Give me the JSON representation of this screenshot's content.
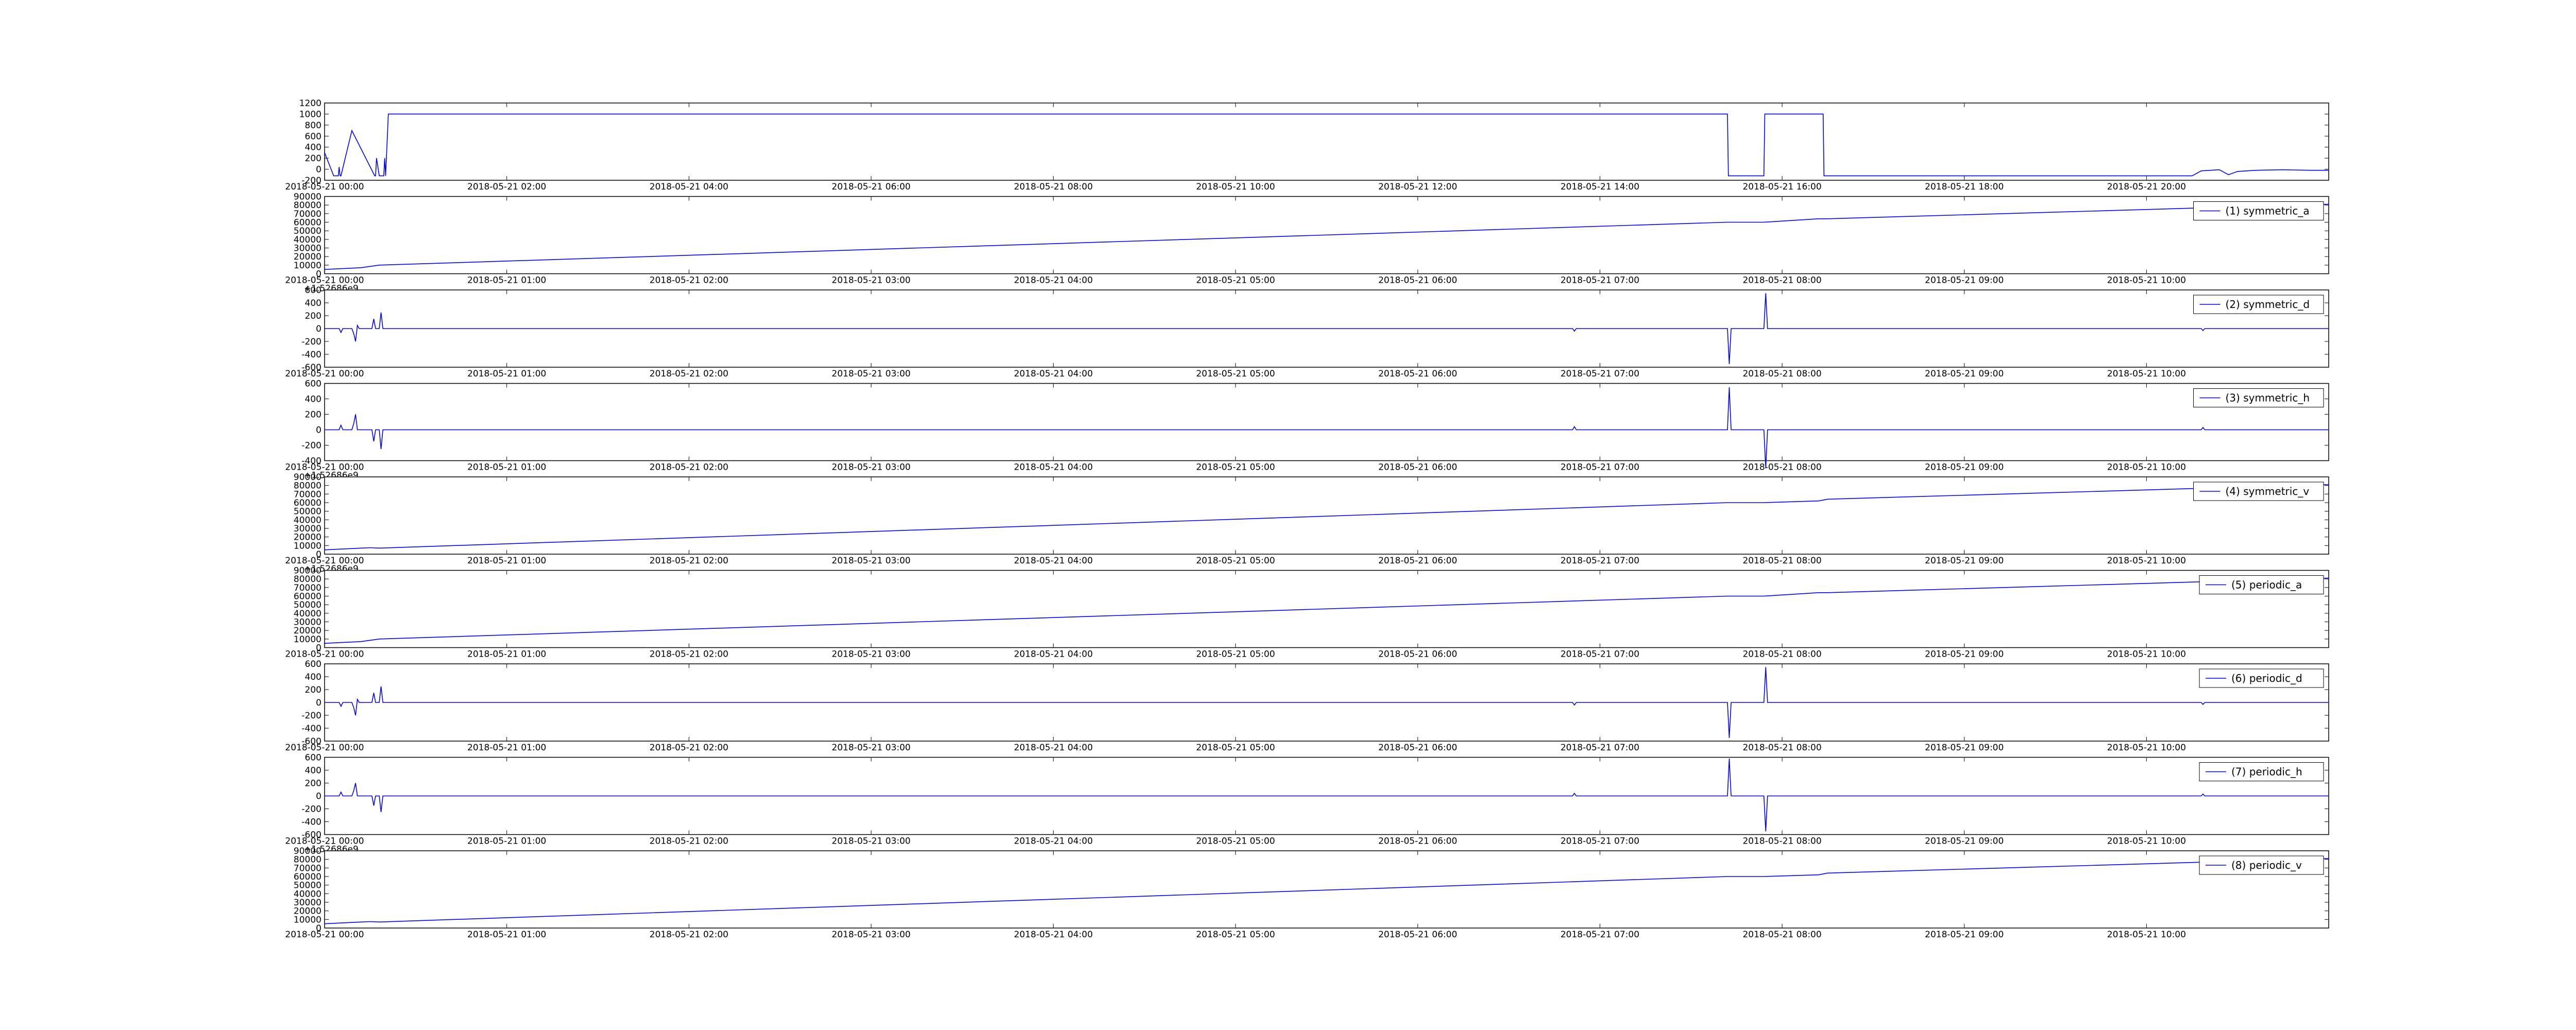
{
  "chart_data": [
    {
      "type": "line",
      "title": "",
      "xlabel": "",
      "ylabel": "",
      "color": "#0000ff",
      "ylim": [
        -200,
        1200
      ],
      "yticks": [
        -200,
        0,
        200,
        400,
        600,
        800,
        1000,
        1200
      ],
      "x_tick_labels": [
        "2018-05-21 00:00",
        "2018-05-21 02:00",
        "2018-05-21 04:00",
        "2018-05-21 06:00",
        "2018-05-21 08:00",
        "2018-05-21 10:00",
        "2018-05-21 12:00",
        "2018-05-21 14:00",
        "2018-05-21 16:00",
        "2018-05-21 18:00",
        "2018-05-21 20:00"
      ],
      "x_offset_label": "",
      "legend": "",
      "x_range_hours": [
        0,
        22
      ],
      "series": [
        {
          "x": [
            0,
            0.1,
            0.15,
            0.16,
            0.17,
            0.18,
            0.3,
            0.55,
            0.56,
            0.57,
            0.58,
            0.6,
            0.65,
            0.66,
            0.67,
            0.7,
            0.72,
            0.73,
            0.75,
            15.4,
            15.41,
            15.8,
            15.81,
            16.45,
            16.46,
            18.0,
            20.5,
            20.6,
            20.8,
            20.9,
            21.0,
            21.2,
            21.5,
            21.8,
            22.0
          ],
          "y": [
            300,
            -120,
            -120,
            40,
            -120,
            -120,
            700,
            -120,
            -120,
            200,
            100,
            -120,
            -120,
            200,
            -120,
            1000,
            1000,
            1000,
            1000,
            1000,
            -120,
            -120,
            1000,
            1000,
            -120,
            -120,
            -120,
            -30,
            -10,
            -100,
            -40,
            -20,
            -10,
            -20,
            -20
          ]
        }
      ]
    },
    {
      "type": "line",
      "title": "",
      "xlabel": "",
      "ylabel": "",
      "color": "#0000ff",
      "ylim": [
        0,
        90000
      ],
      "yticks": [
        0,
        10000,
        20000,
        30000,
        40000,
        50000,
        60000,
        70000,
        80000,
        90000
      ],
      "x_tick_labels": [
        "2018-05-21 00:00",
        "2018-05-21 01:00",
        "2018-05-21 02:00",
        "2018-05-21 03:00",
        "2018-05-21 04:00",
        "2018-05-21 05:00",
        "2018-05-21 06:00",
        "2018-05-21 07:00",
        "2018-05-21 08:00",
        "2018-05-21 09:00",
        "2018-05-21 10:00"
      ],
      "x_offset_label": "+1.52686e9",
      "legend": "(1) symmetric_a",
      "x_range_hours": [
        0,
        11
      ],
      "series": [
        {
          "x": [
            0,
            0.2,
            0.25,
            0.3,
            7.7,
            7.9,
            8.2,
            8.25,
            11.0
          ],
          "y": [
            5000,
            7000,
            8500,
            10000,
            60000,
            60000,
            64000,
            64000,
            81000
          ]
        }
      ]
    },
    {
      "type": "line",
      "title": "",
      "xlabel": "",
      "ylabel": "",
      "color": "#0000ff",
      "ylim": [
        -600,
        600
      ],
      "yticks": [
        -600,
        -400,
        -200,
        0,
        200,
        400,
        600
      ],
      "x_tick_labels": [
        "2018-05-21 00:00",
        "2018-05-21 01:00",
        "2018-05-21 02:00",
        "2018-05-21 03:00",
        "2018-05-21 04:00",
        "2018-05-21 05:00",
        "2018-05-21 06:00",
        "2018-05-21 07:00",
        "2018-05-21 08:00",
        "2018-05-21 09:00",
        "2018-05-21 10:00"
      ],
      "x_offset_label": "",
      "legend": "(2) symmetric_d",
      "x_range_hours": [
        0,
        11
      ],
      "series": [
        {
          "x": [
            0,
            0.08,
            0.09,
            0.1,
            0.15,
            0.16,
            0.17,
            0.18,
            0.19,
            0.26,
            0.27,
            0.28,
            0.3,
            0.31,
            0.32,
            6.85,
            6.86,
            6.87,
            7.7,
            7.71,
            7.72,
            7.9,
            7.91,
            7.92,
            10.3,
            10.31,
            10.32,
            11.0
          ],
          "y": [
            0,
            0,
            -60,
            0,
            0,
            -80,
            -200,
            50,
            0,
            0,
            150,
            0,
            0,
            250,
            0,
            0,
            -40,
            0,
            0,
            -550,
            0,
            0,
            550,
            0,
            0,
            -30,
            0,
            0
          ]
        }
      ]
    },
    {
      "type": "line",
      "title": "",
      "xlabel": "",
      "ylabel": "",
      "color": "#0000ff",
      "ylim": [
        -400,
        600
      ],
      "yticks": [
        -400,
        -200,
        0,
        200,
        400,
        600
      ],
      "x_tick_labels": [
        "2018-05-21 00:00",
        "2018-05-21 01:00",
        "2018-05-21 02:00",
        "2018-05-21 03:00",
        "2018-05-21 04:00",
        "2018-05-21 05:00",
        "2018-05-21 06:00",
        "2018-05-21 07:00",
        "2018-05-21 08:00",
        "2018-05-21 09:00",
        "2018-05-21 10:00"
      ],
      "x_offset_label": "+1.52686e9",
      "legend": "(3) symmetric_h",
      "x_range_hours": [
        0,
        11
      ],
      "series": [
        {
          "x": [
            0,
            0.08,
            0.09,
            0.1,
            0.15,
            0.16,
            0.17,
            0.18,
            0.26,
            0.27,
            0.28,
            0.3,
            0.31,
            0.32,
            6.85,
            6.86,
            6.87,
            7.7,
            7.71,
            7.72,
            7.9,
            7.91,
            7.92,
            10.3,
            10.31,
            10.32,
            11.0
          ],
          "y": [
            0,
            0,
            60,
            0,
            0,
            80,
            200,
            0,
            0,
            -150,
            0,
            0,
            -250,
            0,
            0,
            40,
            0,
            0,
            550,
            0,
            0,
            -500,
            0,
            0,
            30,
            0,
            0
          ]
        }
      ]
    },
    {
      "type": "line",
      "title": "",
      "xlabel": "",
      "ylabel": "",
      "color": "#0000ff",
      "ylim": [
        0,
        90000
      ],
      "yticks": [
        0,
        10000,
        20000,
        30000,
        40000,
        50000,
        60000,
        70000,
        80000,
        90000
      ],
      "x_tick_labels": [
        "2018-05-21 00:00",
        "2018-05-21 01:00",
        "2018-05-21 02:00",
        "2018-05-21 03:00",
        "2018-05-21 04:00",
        "2018-05-21 05:00",
        "2018-05-21 06:00",
        "2018-05-21 07:00",
        "2018-05-21 08:00",
        "2018-05-21 09:00",
        "2018-05-21 10:00"
      ],
      "x_offset_label": "+1.52686e9",
      "legend": "(4) symmetric_v",
      "x_range_hours": [
        0,
        11
      ],
      "series": [
        {
          "x": [
            0,
            0.2,
            0.25,
            0.3,
            7.7,
            7.9,
            8.2,
            8.25,
            11.0
          ],
          "y": [
            5000,
            7000,
            7500,
            7000,
            60000,
            60000,
            62000,
            64000,
            81000
          ]
        }
      ]
    },
    {
      "type": "line",
      "title": "",
      "xlabel": "",
      "ylabel": "",
      "color": "#0000ff",
      "ylim": [
        0,
        90000
      ],
      "yticks": [
        0,
        10000,
        20000,
        30000,
        40000,
        50000,
        60000,
        70000,
        80000,
        90000
      ],
      "x_tick_labels": [
        "2018-05-21 00:00",
        "2018-05-21 01:00",
        "2018-05-21 02:00",
        "2018-05-21 03:00",
        "2018-05-21 04:00",
        "2018-05-21 05:00",
        "2018-05-21 06:00",
        "2018-05-21 07:00",
        "2018-05-21 08:00",
        "2018-05-21 09:00",
        "2018-05-21 10:00"
      ],
      "x_offset_label": "",
      "legend": "(5) periodic_a",
      "x_range_hours": [
        0,
        11
      ],
      "series": [
        {
          "x": [
            0,
            0.2,
            0.25,
            0.3,
            7.7,
            7.9,
            8.2,
            8.25,
            11.0
          ],
          "y": [
            5000,
            7000,
            8500,
            10000,
            60000,
            60000,
            64000,
            64000,
            81000
          ]
        }
      ]
    },
    {
      "type": "line",
      "title": "",
      "xlabel": "",
      "ylabel": "",
      "color": "#0000ff",
      "ylim": [
        -600,
        600
      ],
      "yticks": [
        -600,
        -400,
        -200,
        0,
        200,
        400,
        600
      ],
      "x_tick_labels": [
        "2018-05-21 00:00",
        "2018-05-21 01:00",
        "2018-05-21 02:00",
        "2018-05-21 03:00",
        "2018-05-21 04:00",
        "2018-05-21 05:00",
        "2018-05-21 06:00",
        "2018-05-21 07:00",
        "2018-05-21 08:00",
        "2018-05-21 09:00",
        "2018-05-21 10:00"
      ],
      "x_offset_label": "",
      "legend": "(6) periodic_d",
      "x_range_hours": [
        0,
        11
      ],
      "series": [
        {
          "x": [
            0,
            0.08,
            0.09,
            0.1,
            0.15,
            0.16,
            0.17,
            0.18,
            0.19,
            0.26,
            0.27,
            0.28,
            0.3,
            0.31,
            0.32,
            6.85,
            6.86,
            6.87,
            7.7,
            7.71,
            7.72,
            7.9,
            7.91,
            7.92,
            10.3,
            10.31,
            10.32,
            11.0
          ],
          "y": [
            0,
            0,
            -60,
            0,
            0,
            -80,
            -200,
            50,
            0,
            0,
            150,
            0,
            0,
            250,
            0,
            0,
            -40,
            0,
            0,
            -550,
            0,
            0,
            550,
            0,
            0,
            -30,
            0,
            0
          ]
        }
      ]
    },
    {
      "type": "line",
      "title": "",
      "xlabel": "",
      "ylabel": "",
      "color": "#0000ff",
      "ylim": [
        -600,
        600
      ],
      "yticks": [
        -600,
        -400,
        -200,
        0,
        200,
        400,
        600
      ],
      "x_tick_labels": [
        "2018-05-21 00:00",
        "2018-05-21 01:00",
        "2018-05-21 02:00",
        "2018-05-21 03:00",
        "2018-05-21 04:00",
        "2018-05-21 05:00",
        "2018-05-21 06:00",
        "2018-05-21 07:00",
        "2018-05-21 08:00",
        "2018-05-21 09:00",
        "2018-05-21 10:00"
      ],
      "x_offset_label": "+1.52686e9",
      "legend": "(7) periodic_h",
      "x_range_hours": [
        0,
        11
      ],
      "series": [
        {
          "x": [
            0,
            0.08,
            0.09,
            0.1,
            0.15,
            0.16,
            0.17,
            0.18,
            0.26,
            0.27,
            0.28,
            0.3,
            0.31,
            0.32,
            6.85,
            6.86,
            6.87,
            7.7,
            7.71,
            7.72,
            7.9,
            7.91,
            7.92,
            10.3,
            10.31,
            10.32,
            11.0
          ],
          "y": [
            0,
            0,
            60,
            0,
            0,
            80,
            200,
            0,
            0,
            -150,
            0,
            0,
            -250,
            0,
            0,
            40,
            0,
            0,
            580,
            0,
            0,
            -550,
            0,
            0,
            30,
            0,
            0
          ]
        }
      ]
    },
    {
      "type": "line",
      "title": "",
      "xlabel": "",
      "ylabel": "",
      "color": "#0000ff",
      "ylim": [
        0,
        90000
      ],
      "yticks": [
        0,
        10000,
        20000,
        30000,
        40000,
        50000,
        60000,
        70000,
        80000,
        90000
      ],
      "x_tick_labels": [
        "2018-05-21 00:00",
        "2018-05-21 01:00",
        "2018-05-21 02:00",
        "2018-05-21 03:00",
        "2018-05-21 04:00",
        "2018-05-21 05:00",
        "2018-05-21 06:00",
        "2018-05-21 07:00",
        "2018-05-21 08:00",
        "2018-05-21 09:00",
        "2018-05-21 10:00"
      ],
      "x_offset_label": "",
      "legend": "(8) periodic_v",
      "x_range_hours": [
        0,
        11
      ],
      "series": [
        {
          "x": [
            0,
            0.2,
            0.25,
            0.3,
            7.7,
            7.9,
            8.2,
            8.25,
            11.0
          ],
          "y": [
            5000,
            7000,
            7500,
            7000,
            60000,
            60000,
            62000,
            64000,
            81000
          ]
        }
      ]
    }
  ]
}
